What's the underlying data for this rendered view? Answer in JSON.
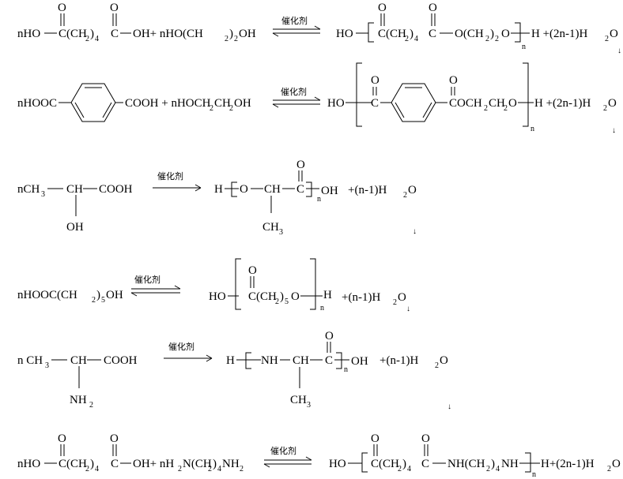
{
  "catalyst": "催化剂",
  "mark": "↓",
  "rows": [
    {
      "a1": "nHO",
      "a2": "C(CH",
      "a3": "2",
      "a4": ")",
      "a5": "4",
      "a6": "C",
      "a7": "OH+ nHO(CH",
      "a8": "2",
      "a9": ")",
      "a10": "2",
      "a11": "OH",
      "o1": "O",
      "o2": "O",
      "p1": "HO",
      "p2": "C(CH",
      "p3": "2",
      "p4": ")",
      "p5": "4",
      "p6": "C",
      "p7": "O(CH",
      "p8": "2",
      "p9": ")",
      "p10": "2",
      "p11": "O",
      "p12": "H +(2n-1)H",
      "p13": "2",
      "p14": "O",
      "po1": "O",
      "po2": "O",
      "n": "n"
    },
    {
      "a1": "nHOOC",
      "a2": "COOH + nHOCH",
      "a3": "2",
      "a4": "CH",
      "a5": "2",
      "a6": "OH",
      "p1": "HO",
      "p2": "C",
      "p3": "COCH",
      "p4": "2",
      "p5": "CH",
      "p6": "2",
      "p7": "O",
      "p8": "H +(2n-1)H",
      "p9": "2",
      "p10": "O",
      "po1": "O",
      "po2": "O",
      "n": "n"
    },
    {
      "a1": "nCH",
      "a2": "3",
      "a3": "CH",
      "a4": "COOH",
      "a5": "OH",
      "p1": "H",
      "p2": "O",
      "p3": "CH",
      "p4": "C",
      "p5": "OH",
      "p6": "+(n-1)H",
      "p7": "2",
      "p8": "O",
      "p9": "CH",
      "p10": "3",
      "po1": "O",
      "n": "n"
    },
    {
      "a1": "nHOOC(CH",
      "a2": "2",
      "a3": ")",
      "a4": "5",
      "a5": "OH",
      "p1": "HO",
      "p2": "C(CH",
      "p3": "2",
      "p4": ")",
      "p5": "5",
      "p6": "O",
      "p7": "H",
      "p8": "+(n-1)H",
      "p9": "2",
      "p10": "O",
      "po1": "O",
      "n": "n"
    },
    {
      "a1": "n CH",
      "a2": "3",
      "a3": "CH",
      "a4": "COOH",
      "a5": "NH",
      "a6": "2",
      "p1": "H",
      "p2": "NH",
      "p3": "CH",
      "p4": "C",
      "p5": "OH",
      "p6": "+(n-1)H",
      "p7": "2",
      "p8": "O",
      "p9": "CH",
      "p10": "3",
      "po1": "O",
      "n": "n"
    },
    {
      "a1": "nHO",
      "a2": "C(CH",
      "a3": "2",
      "a4": ")",
      "a5": "4",
      "a6": "C",
      "a7": "OH+ nH",
      "a8": "2",
      "a9": "N(CH",
      "a10": "2",
      "a11": ")",
      "a12": "4",
      "a13": "NH",
      "a14": "2",
      "o1": "O",
      "o2": "O",
      "p1": "HO",
      "p2": "C(CH",
      "p3": "2",
      "p4": ")",
      "p5": "4",
      "p6": "C",
      "p7": "NH(CH",
      "p8": "2",
      "p9": ")",
      "p10": "4",
      "p11": "NH",
      "p12": "H+(2n-1)H",
      "p13": "2",
      "p14": "O",
      "po1": "O",
      "po2": "O",
      "n": "n"
    }
  ]
}
